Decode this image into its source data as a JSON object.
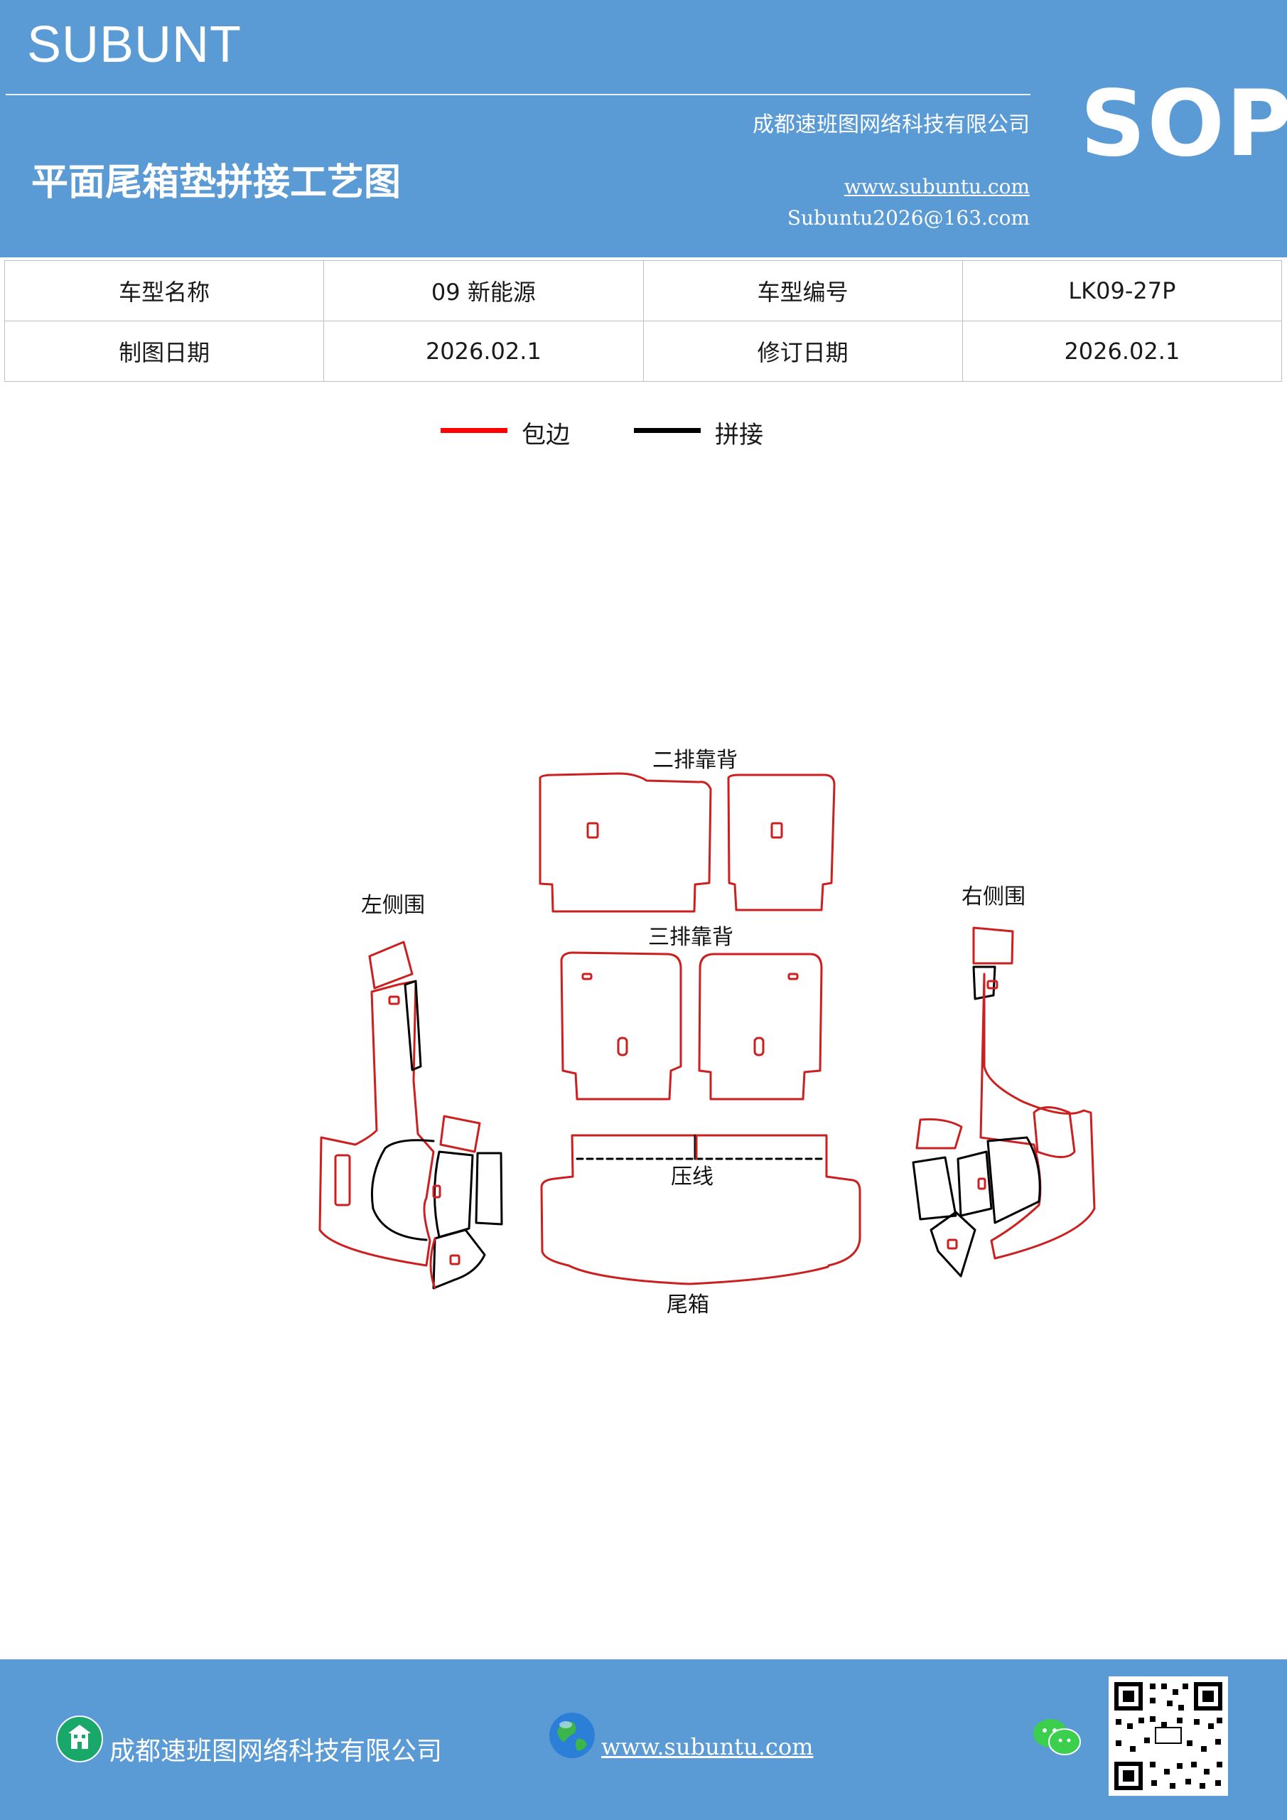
{
  "header": {
    "brand": "SUBUNT",
    "badge": "SOP",
    "company": "成都速班图网络科技有限公司",
    "title": "平面尾箱垫拼接工艺图",
    "website": "www.subuntu.com",
    "email": "Subuntu2026@163.com"
  },
  "info_table": [
    [
      "车型名称",
      "09 新能源",
      "车型编号",
      "LK09-27P"
    ],
    [
      "制图日期",
      "2026.02.1",
      "修订日期",
      "2026.02.1"
    ]
  ],
  "legend": {
    "items": [
      {
        "label": "包边",
        "color": "#ff0000"
      },
      {
        "label": "拼接",
        "color": "#000000"
      }
    ]
  },
  "diagram": {
    "labels": {
      "second_row": "二排靠背",
      "third_row": "三排靠背",
      "left_side": "左侧围",
      "right_side": "右侧围",
      "crease": "压线",
      "trunk": "尾箱"
    },
    "edge_color": "#cc1f1f",
    "seam_color": "#000000"
  },
  "footer": {
    "company": "成都速班图网络科技有限公司",
    "website": "www.subuntu.com"
  }
}
